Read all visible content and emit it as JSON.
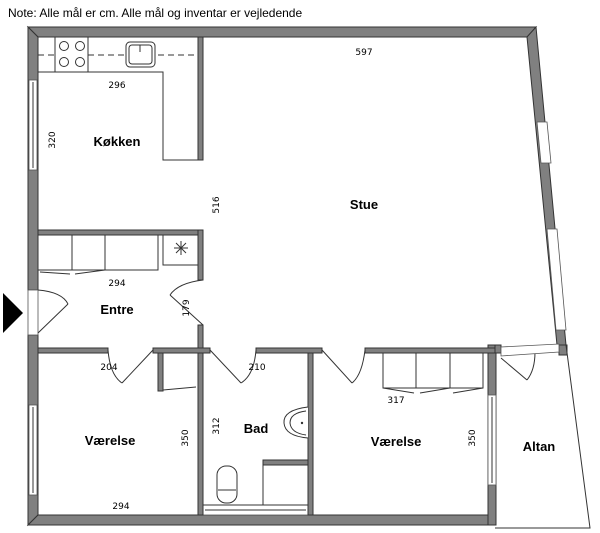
{
  "note": "Note: Alle mål er cm. Alle mål og inventar er vejledende",
  "rooms": {
    "kitchen": {
      "label": "Køkken",
      "width": "296",
      "depth": "320"
    },
    "living": {
      "label": "Stue",
      "width": "597",
      "depth": "516"
    },
    "entrance": {
      "label": "Entre",
      "width": "294",
      "depth": "179"
    },
    "bedroom_left": {
      "label": "Værelse",
      "top": "204",
      "bottom": "294",
      "depth": "350"
    },
    "bathroom": {
      "label": "Bad",
      "width": "210",
      "depth": "312"
    },
    "bedroom_right": {
      "label": "Værelse",
      "width": "317",
      "depth": "350"
    },
    "balcony": {
      "label": "Altan"
    }
  },
  "colors": {
    "wall": "#808080",
    "line": "#333333"
  }
}
